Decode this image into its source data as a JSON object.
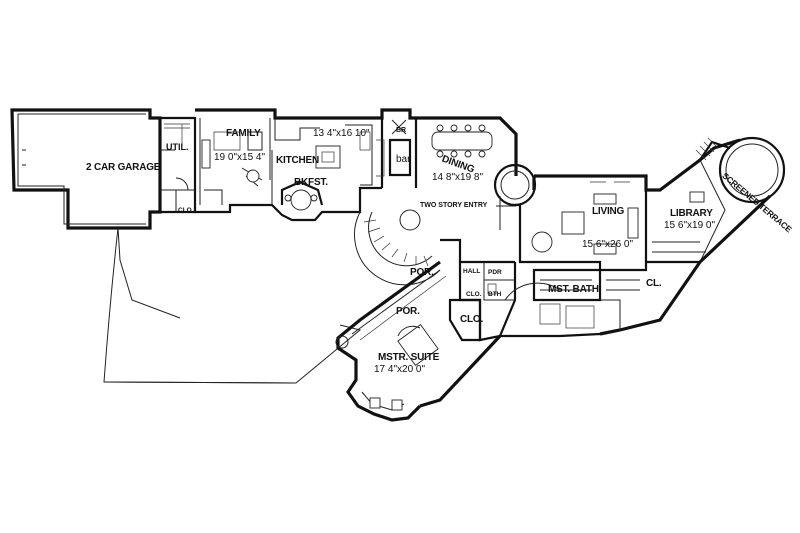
{
  "rooms": {
    "garage": {
      "name": "2 CAR GARAGE"
    },
    "util": {
      "name": "UTIL."
    },
    "clo_garage": {
      "name": "CLO."
    },
    "family": {
      "name": "FAMILY",
      "dims": "19 0\"x15 4\""
    },
    "kitchen": {
      "name": "KITCHEN",
      "dims": "13 4\"x16 10\""
    },
    "bkfst": {
      "name": "BKFST."
    },
    "br": {
      "name": "BR"
    },
    "bar": {
      "name": "bar"
    },
    "dining": {
      "name": "DINING",
      "dims": "14 8\"x19 8\""
    },
    "entry": {
      "name": "TWO STORY ENTRY"
    },
    "living": {
      "name": "LIVING",
      "dims": "15 6\"x26 0\""
    },
    "library": {
      "name": "LIBRARY",
      "dims": "15 6\"x19 0\""
    },
    "terrace": {
      "name": "SCREENED TERRACE"
    },
    "por_main": {
      "name": "POR."
    },
    "hall": {
      "name": "HALL"
    },
    "pdr": {
      "name": "PDR"
    },
    "clo_hall": {
      "name": "CLO."
    },
    "bth": {
      "name": "BTH"
    },
    "mst_bath": {
      "name": "MST. BATH"
    },
    "cl": {
      "name": "CL."
    },
    "clo_suite": {
      "name": "CLO."
    },
    "por_suite": {
      "name": "POR."
    },
    "mstr_suite": {
      "name": "MSTR. SUITE",
      "dims": "17 4\"x20 0\""
    }
  }
}
